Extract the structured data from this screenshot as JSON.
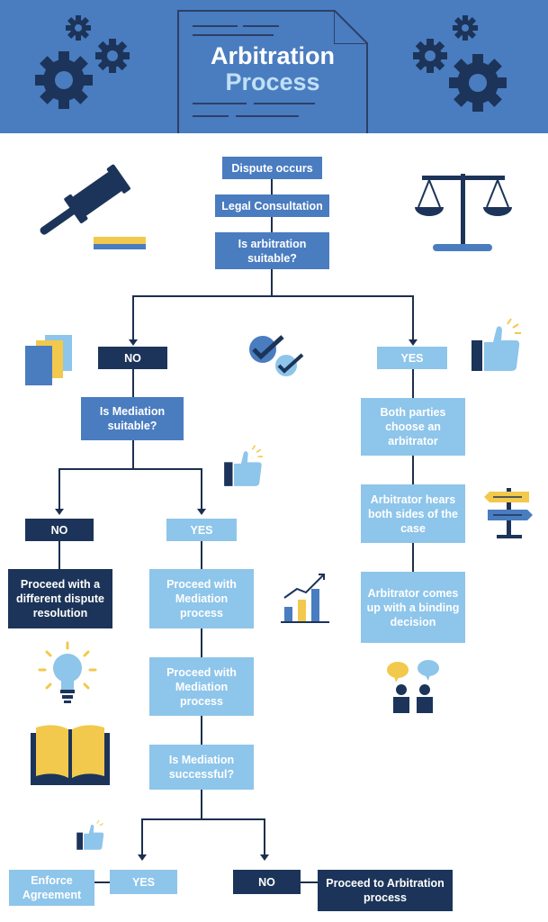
{
  "title": {
    "line1": "Arbitration",
    "line2": "Process"
  },
  "colors": {
    "header": "#4a7cc0",
    "box_mid": "#4a7cc0",
    "box_light": "#8ec5ea",
    "box_dark": "#1c3459",
    "accent_yellow": "#f2c94c"
  },
  "nodes": {
    "dispute": "Dispute occurs",
    "legal": "Legal Consultation",
    "arb_suitable": "Is arbitration suitable?",
    "no1": "NO",
    "yes1": "YES",
    "med_suitable": "Is Mediation suitable?",
    "no2": "NO",
    "yes2": "YES",
    "different": "Proceed with a different dispute resolution",
    "med_process1": "Proceed with Mediation process",
    "med_process2": "Proceed with Mediation process",
    "med_success": "Is Mediation successful?",
    "yes3": "YES",
    "enforce": "Enforce Agreement",
    "no3": "NO",
    "proceed_arb": "Proceed to Arbitration process",
    "parties": "Both parties choose an arbitrator",
    "hears": "Arbitrator hears both sides of the case",
    "decision": "Arbitrator comes up with a binding decision"
  },
  "icons": [
    "gear-icon",
    "document-icon",
    "gavel-icon",
    "scales-icon",
    "files-icon",
    "checkmark-icon",
    "thumbs-up-icon",
    "signpost-icon",
    "bar-chart-icon",
    "lightbulb-icon",
    "book-icon",
    "chat-people-icon"
  ]
}
